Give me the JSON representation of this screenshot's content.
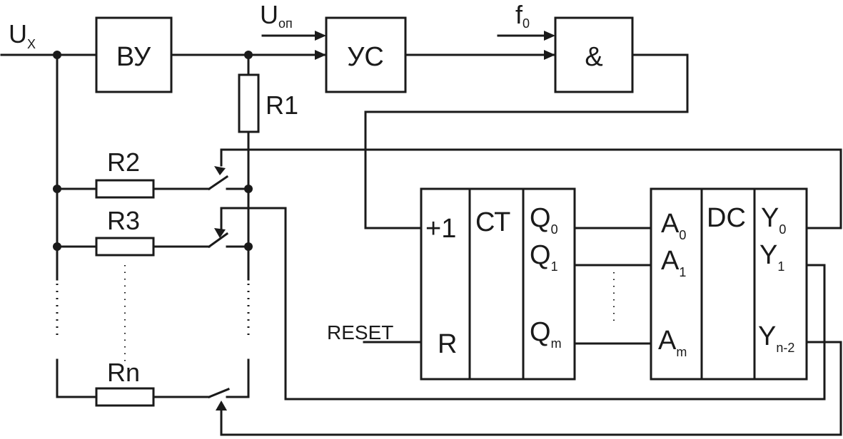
{
  "labels": {
    "ux_main": "U",
    "ux_sub": "X",
    "uop_main": "U",
    "uop_sub": "оп",
    "f0_main": "f",
    "f0_sub": "0",
    "r1": "R1",
    "r2": "R2",
    "r3": "R3",
    "rn": "Rn",
    "reset": "RESET"
  },
  "blocks": {
    "vu": "ВУ",
    "us": "УС",
    "and_gate": "&"
  },
  "counter": {
    "plus1": "+1",
    "ct": "СТ",
    "reset_r": "R",
    "q0": {
      "main": "Q",
      "sub": "0"
    },
    "q1": {
      "main": "Q",
      "sub": "1"
    },
    "qm": {
      "main": "Q",
      "sub": "m"
    }
  },
  "decoder": {
    "dc": "DC",
    "a0": {
      "main": "A",
      "sub": "0"
    },
    "a1": {
      "main": "A",
      "sub": "1"
    },
    "am": {
      "main": "A",
      "sub": "m"
    },
    "y0": {
      "main": "Y",
      "sub": "0"
    },
    "y1": {
      "main": "Y",
      "sub": "1"
    },
    "yn2": {
      "main": "Y",
      "sub": "n-2"
    }
  }
}
